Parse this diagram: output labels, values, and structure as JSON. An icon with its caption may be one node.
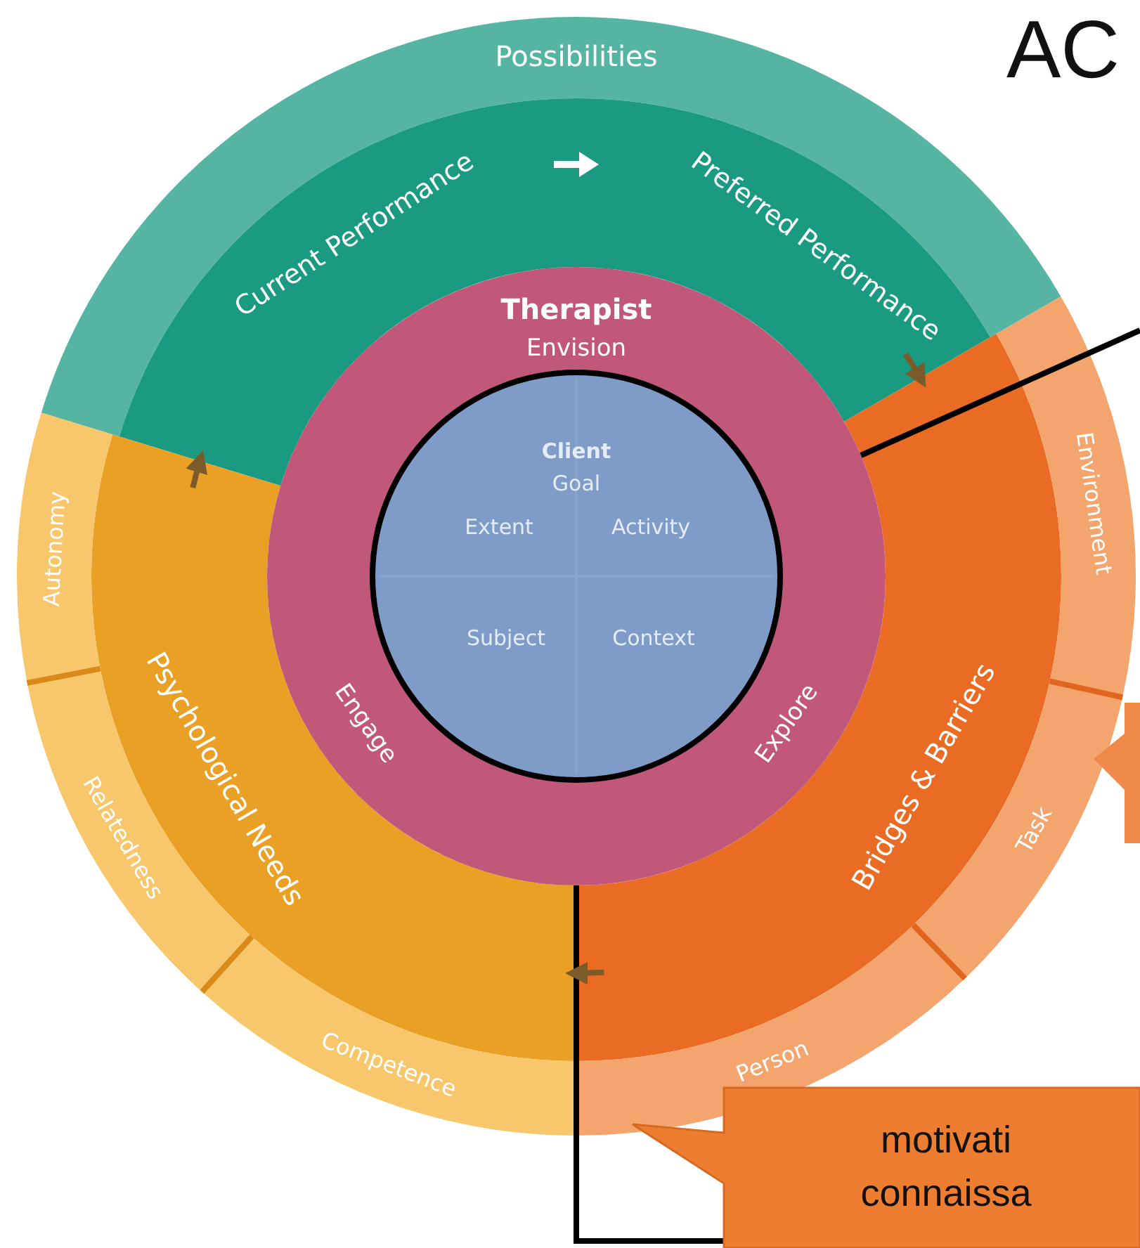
{
  "diagram": {
    "title": "AC",
    "nodes": [
      {
        "text": [
          "Possibilities"
        ]
      },
      {
        "text": [
          "Current Performance",
          "Preferred Performance"
        ]
      },
      {
        "text": [
          "Psychological Needs"
        ]
      },
      {
        "text": [
          "Autonomy"
        ]
      },
      {
        "text": [
          "Relatedness"
        ]
      },
      {
        "text": [
          "Competence"
        ]
      },
      {
        "text": [
          "Bridges & Barriers"
        ]
      },
      {
        "text": [
          "Environment"
        ]
      },
      {
        "text": [
          "Task"
        ]
      },
      {
        "text": [
          "Person"
        ]
      },
      {
        "text": [
          "Therapist",
          "Envision",
          "Engage",
          "Explore"
        ]
      },
      {
        "text": [
          "Client",
          "Goal",
          "Extent",
          "Activity",
          "Subject",
          "Context"
        ],
        "in": 10
      },
      {
        "text": [],
        "shape": "box"
      },
      {
        "text": [
          "motivati connaissa"
        ]
      }
    ],
    "edges": [
      {
        "from": null,
        "to": 10,
        "arrow": "none",
        "color": "#000000"
      },
      {
        "from": 13,
        "to": 10,
        "arrow": "none",
        "color": "#000000"
      },
      {
        "from": 1,
        "to": 6,
        "arrow": "to"
      },
      {
        "from": 6,
        "to": 2,
        "arrow": "to"
      },
      {
        "from": 2,
        "to": 1,
        "arrow": "to"
      }
    ]
  }
}
